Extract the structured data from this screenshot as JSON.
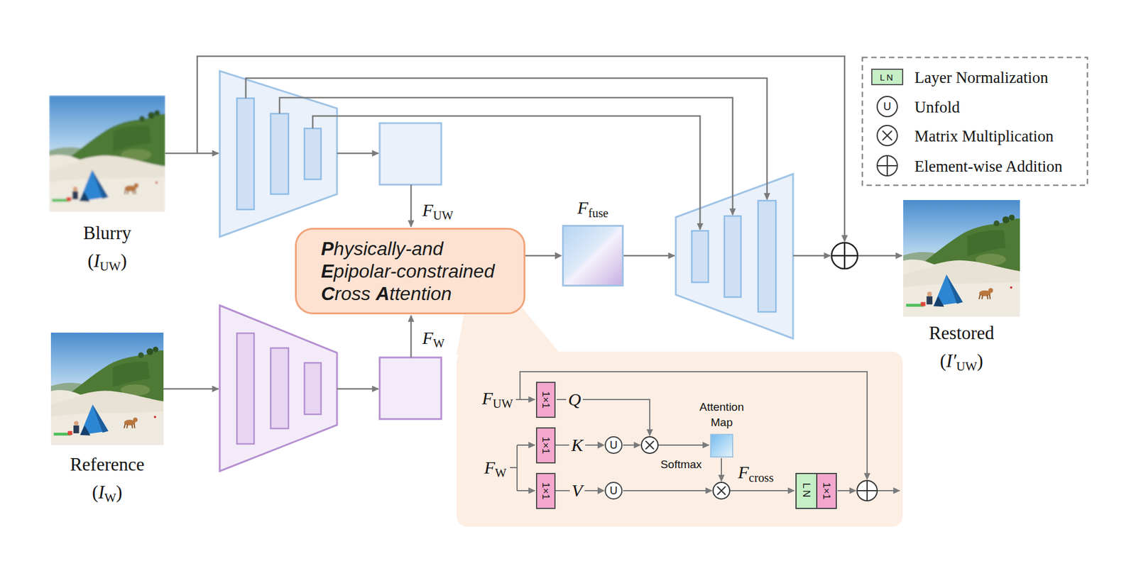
{
  "diagram": {
    "nodes": [
      {
        "text": [
          "Blurry",
          "(IUW)"
        ]
      },
      {
        "text": [
          "Reference",
          "(IW)"
        ]
      },
      {
        "text": [
          "Physically-and Epipolar-constrained Cross Attention"
        ]
      },
      {
        "text": [
          "Ffuse"
        ]
      },
      {
        "text": [
          "Restored",
          "(I′UW)"
        ]
      },
      {
        "text": [
          "1×1"
        ]
      },
      {
        "text": [
          "1×1"
        ]
      },
      {
        "text": [
          "1×1"
        ]
      },
      {
        "text": [
          "U"
        ]
      },
      {
        "text": [
          "U"
        ]
      },
      {
        "text": [
          "Attention Map"
        ]
      },
      {
        "text": [
          "LN",
          "1×1"
        ]
      }
    ],
    "edges": [
      {
        "from": 2,
        "to": 3,
        "arrow": "to"
      },
      {
        "from": 6,
        "to": 8,
        "label": "K",
        "arrow": "to"
      },
      {
        "from": 7,
        "to": 9,
        "label": "V",
        "arrow": "to"
      }
    ],
    "labels": [
      "FUW",
      "FW",
      "FUW",
      "Q",
      "FW",
      "Softmax",
      "Fcross",
      "LN",
      "U"
    ],
    "legend": [
      {
        "text": "Layer Normalization",
        "color": "#c6efc6"
      },
      {
        "text": "Unfold"
      },
      {
        "text": "Matrix Multiplication"
      },
      {
        "text": "Element-wise Addition"
      }
    ]
  }
}
